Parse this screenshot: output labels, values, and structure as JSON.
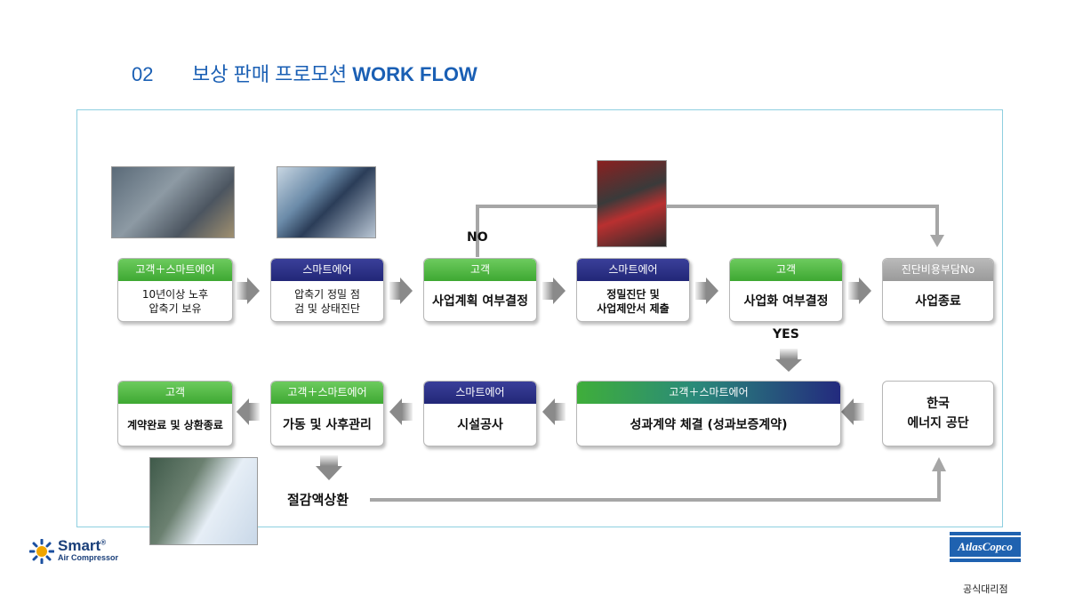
{
  "header": {
    "number": "02",
    "title_ko": "보상 판매 프로모션",
    "title_en": "WORK FLOW"
  },
  "flow": {
    "row1": [
      {
        "header": "고객＋스마트에어",
        "color": "green",
        "body": "10년이상 노후\n압축기 보유"
      },
      {
        "header": "스마트에어",
        "color": "navy",
        "body": "압축기 정밀 점\n검 및 상태진단"
      },
      {
        "header": "고객",
        "color": "green",
        "body": "사업계획 여부결정"
      },
      {
        "header": "스마트에어",
        "color": "navy",
        "body": "정밀진단 및\n사업제안서 제출"
      },
      {
        "header": "고객",
        "color": "green",
        "body": "사업화 여부결정"
      },
      {
        "header": "진단비용부담No",
        "color": "gray",
        "body": "사업종료"
      }
    ],
    "row2": [
      {
        "header": "고객",
        "color": "green",
        "body": "계약완료 및 상환종료"
      },
      {
        "header": "고객＋스마트에어",
        "color": "green",
        "body": "가동 및 사후관리"
      },
      {
        "header": "스마트에어",
        "color": "navy",
        "body": "시설공사"
      },
      {
        "header": "고객＋스마트에어",
        "color": "mix",
        "body": "성과계약 체결 (성과보증계약)"
      }
    ],
    "kea": "한국\n에너지 공단",
    "no_label": "NO",
    "yes_label": "YES",
    "savings_label": "절감액상환"
  },
  "footer": {
    "smart_logo": "Smart",
    "smart_reg": "®",
    "smart_sub": "Air Compressor",
    "atlas_logo": "AtlasCopco",
    "dealer": "공식대리점"
  },
  "colors": {
    "green": "#3ea832",
    "navy": "#222777",
    "gray": "#9a9a9a",
    "title": "#1a5fb4",
    "frame": "#8ecfe0"
  }
}
